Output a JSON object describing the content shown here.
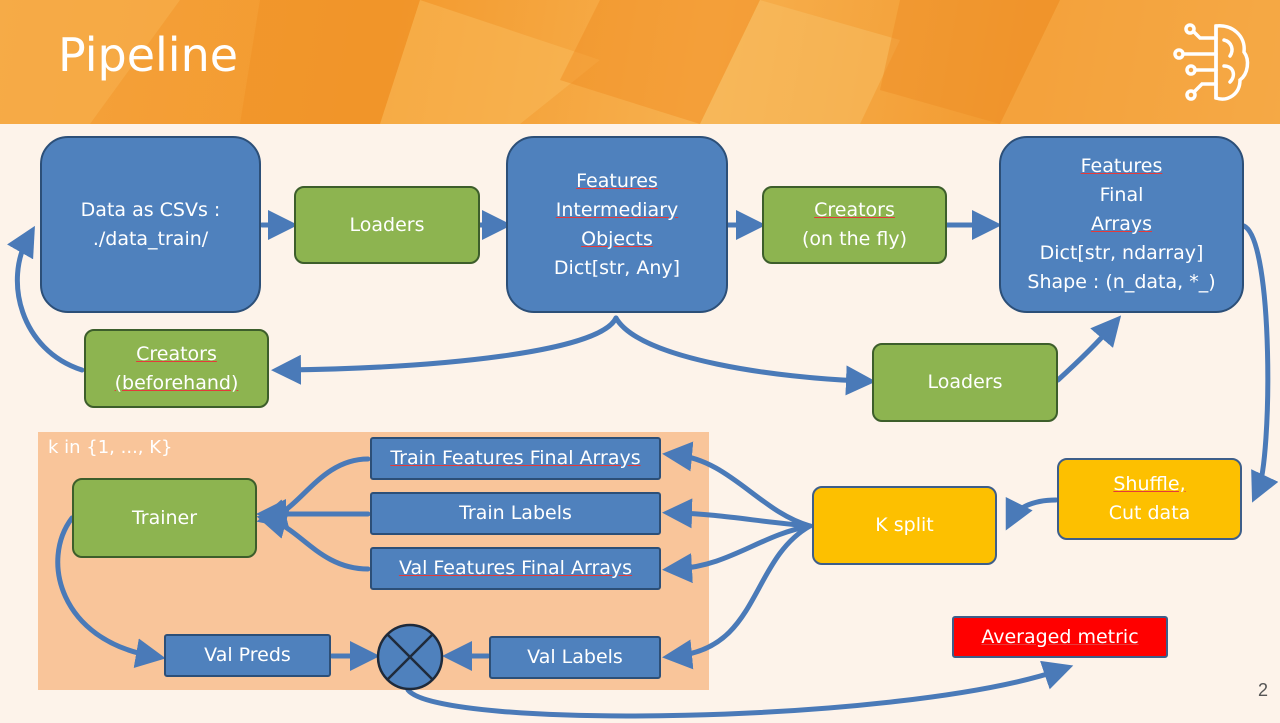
{
  "header": {
    "title": "Pipeline",
    "logo_icon": "brain-circuit-icon"
  },
  "loop_label": "k in {1, ..., K}",
  "page_number": "2",
  "nodes": {
    "data_csv": {
      "line1": "Data as CSVs :",
      "line2": "./data_train/"
    },
    "loaders_top": "Loaders",
    "features_intermediary": {
      "line1": "Features",
      "line2": "Intermediary",
      "line3": "Objects",
      "line4": "Dict[str, Any]"
    },
    "creators_fly": {
      "line1": "Creators",
      "line2": "(on the fly)"
    },
    "features_final": {
      "line1": "Features",
      "line2": "Final",
      "line3": "Arrays",
      "line4": "Dict[str, ndarray]",
      "line5": "Shape : (n_data, *_)"
    },
    "creators_before": {
      "line1": "Creators",
      "line2": "(beforehand)"
    },
    "loaders_bottom": "Loaders",
    "shuffle": {
      "line1": "Shuffle,",
      "line2": "Cut data"
    },
    "ksplit": "K split",
    "trainer": "Trainer",
    "train_features": "Train Features Final Arrays",
    "train_labels": "Train Labels",
    "val_features": "Val Features Final Arrays",
    "val_preds": "Val Preds",
    "val_labels": "Val Labels",
    "metric_op": "circle-cross-icon",
    "averaged_metric": "Averaged metric"
  },
  "colors": {
    "blue": "#4f81bd",
    "green": "#8db450",
    "gold": "#fdc000",
    "red": "#ff0000",
    "banner": "#f39a2e"
  }
}
